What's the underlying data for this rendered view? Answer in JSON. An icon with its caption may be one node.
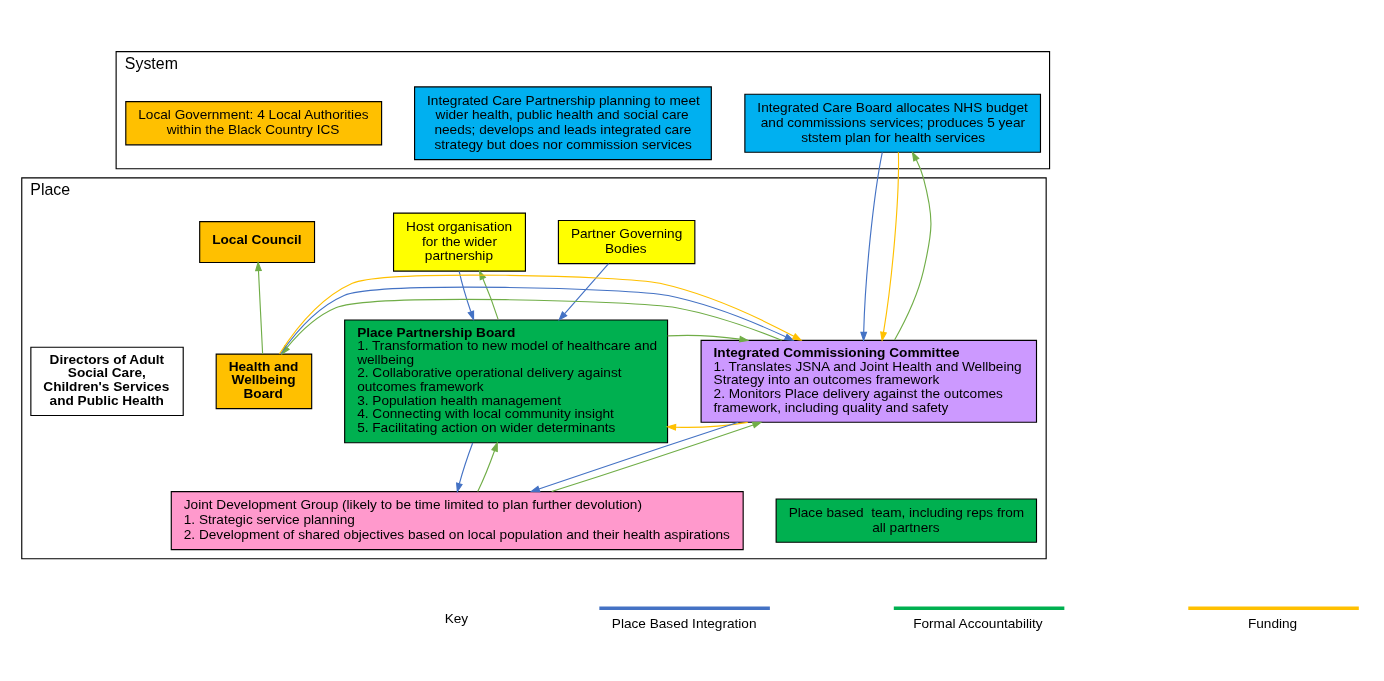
{
  "diagram": {
    "nodes": [
      {
        "text": [
          "System"
        ]
      },
      {
        "text": [
          "Integrated Care Partnership planning to meet wider health, public health and social care needs; develops and leads integrated care strategy but does nor commission services"
        ],
        "in": 0
      },
      {
        "text": [
          "Integrated Care Board allocates NHS budget and commissions services; produces 5 year ststem plan for health services"
        ],
        "in": 0
      },
      {
        "text": [
          "Local Government: 4 Local Authorities within the Black Country ICS"
        ],
        "in": 0
      },
      {
        "text": [
          "Place"
        ]
      },
      {
        "text": [
          "Partner Governing Bodies"
        ],
        "in": 4
      },
      {
        "text": [
          "Host organisation for the wider partnership"
        ],
        "in": 4
      },
      {
        "text": [
          "Local Council"
        ],
        "in": 4
      },
      {
        "text": [
          "Place Partnership Board",
          "1. Transformation to new model of healthcare and wellbeing",
          "2. Collaborative operational delivery against outcomes framework",
          "3. Population health management",
          "4. Connecting with local community insight",
          "5. Facilitating action on wider determinants"
        ],
        "in": 4
      },
      {
        "text": [
          "Integrated Commissioning Committee",
          "1. Translates JSNA and Joint Health and Wellbeing Strategy into an outcomes framework",
          "2. Monitors Place delivery against the outcomes framework, including quality and safety"
        ],
        "in": 4
      },
      {
        "text": [
          "Health and Wellbeing Board"
        ],
        "in": 4
      },
      {
        "text": [
          "Directors of Adult Social Care, Children's Services and Public Health"
        ],
        "in": 4
      },
      {
        "text": [
          "Place based  team, including reps from all partners"
        ],
        "in": 4
      },
      {
        "text": [
          "Joint Development Group (likely to be time limited to plan further devolution)",
          "1. Strategic service planning",
          "2. Development of shared objectives based on local population and their health aspirations"
        ],
        "in": 4
      }
    ],
    "edges": [
      {
        "from": 2,
        "to": 9,
        "arrow": "to",
        "color": "#4472c4"
      },
      {
        "from": 2,
        "to": 9,
        "arrow": "to",
        "color": "#ffc000"
      },
      {
        "from": 9,
        "to": 2,
        "arrow": "to",
        "color": "#70ad47"
      },
      {
        "from": 5,
        "to": 8,
        "arrow": "to",
        "color": "#4472c4"
      },
      {
        "from": 6,
        "to": 8,
        "arrow": "to",
        "color": "#4472c4"
      },
      {
        "from": 8,
        "to": 6,
        "arrow": "to",
        "color": "#70ad47"
      },
      {
        "from": 9,
        "to": 8,
        "arrow": "to",
        "color": "#ffc000"
      },
      {
        "from": 8,
        "to": 9,
        "arrow": "to",
        "color": "#70ad47"
      },
      {
        "from": 9,
        "to": 10,
        "arrow": "to",
        "color": "#70ad47"
      },
      {
        "from": 10,
        "to": 9,
        "arrow": "to",
        "color": "#4472c4"
      },
      {
        "from": 10,
        "to": 9,
        "arrow": "to",
        "color": "#ffc000"
      },
      {
        "from": 10,
        "to": 7,
        "arrow": "to",
        "color": "#70ad47"
      },
      {
        "from": 8,
        "to": 13,
        "arrow": "to",
        "color": "#4472c4"
      },
      {
        "from": 13,
        "to": 8,
        "arrow": "to",
        "color": "#70ad47"
      },
      {
        "from": 9,
        "to": 13,
        "arrow": "to",
        "color": "#4472c4"
      },
      {
        "from": 13,
        "to": 9,
        "arrow": "to",
        "color": "#70ad47"
      }
    ],
    "labels": [
      "Key"
    ],
    "legend": [
      {
        "text": "Place Based Integration",
        "color": "#4472c4"
      },
      {
        "text": "Formal Accountability",
        "color": "#00b050"
      },
      {
        "text": "Funding",
        "color": "#ffc000"
      }
    ]
  }
}
